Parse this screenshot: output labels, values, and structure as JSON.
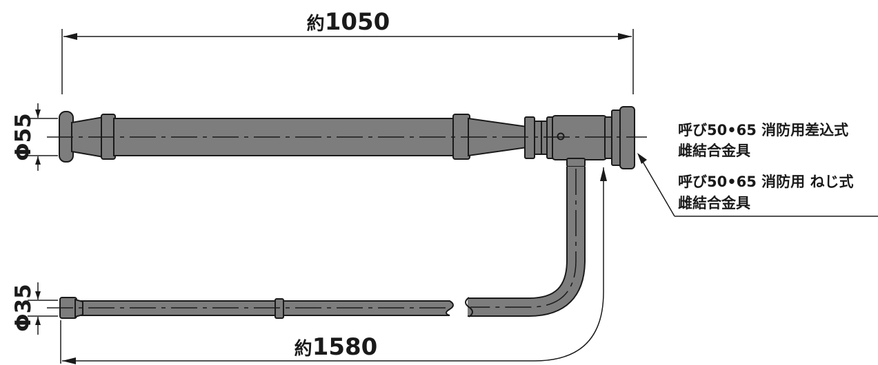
{
  "dimensions": {
    "overall_length": {
      "prefix": "約",
      "value": "1050"
    },
    "hose_length": {
      "prefix": "約",
      "value": "1580"
    },
    "main_diameter": "Φ55",
    "hose_diameter": "Φ35"
  },
  "callouts": {
    "insert_coupling": {
      "line1": "呼び50•65 消防用差込式",
      "line2": "雌結合金具"
    },
    "screw_coupling": {
      "line1": "呼び50•65 消防用 ねじ式",
      "line2": "雌結合金具"
    }
  },
  "colors": {
    "part_fill": "#7d7d7d",
    "line": "#1a1a1a"
  }
}
